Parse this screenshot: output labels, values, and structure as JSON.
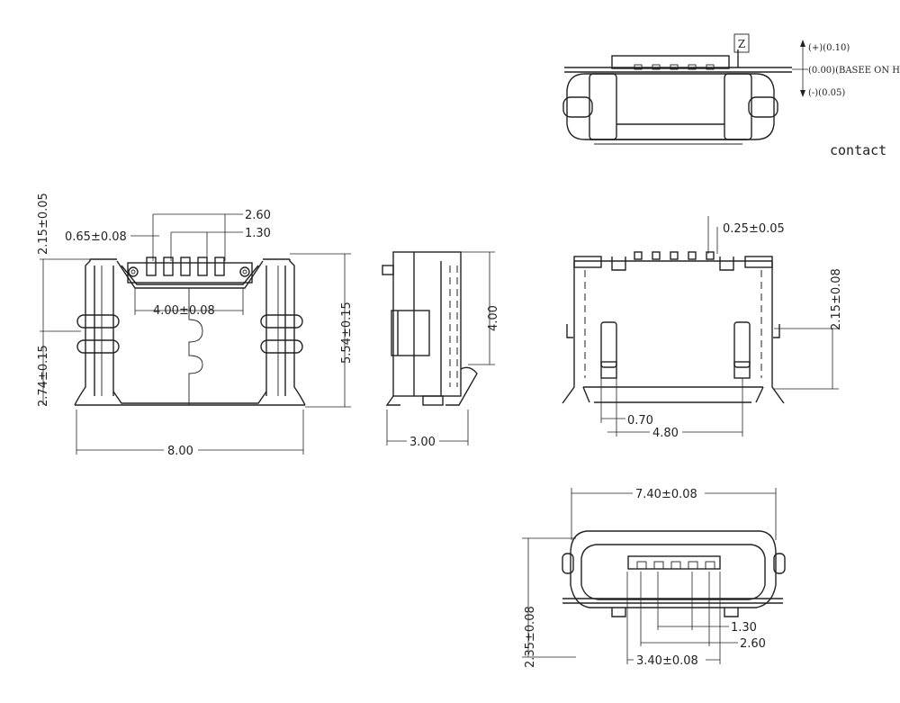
{
  "colors": {
    "line": "#222222",
    "background": "#ffffff"
  },
  "top_view": {
    "datum_label": "Z",
    "tol_plus": "(+)(0.10)",
    "tol_base": "(0.00)(BASEE ON H",
    "tol_minus": "(-)(0.05)",
    "contact_note": "contact"
  },
  "front_view": {
    "dim_260": "2.60",
    "dim_130": "1.30",
    "dim_065": "0.65±0.08",
    "dim_215": "2.15±0.05",
    "dim_400": "4.00±0.08",
    "dim_274": "2.74±0.15",
    "dim_554": "5.54±0.15",
    "dim_800": "8.00"
  },
  "side_view": {
    "dim_400": "4.00",
    "dim_300": "3.00"
  },
  "bottom_view": {
    "dim_025": "0.25±0.05",
    "dim_215": "2.15±0.08",
    "dim_070": "0.70",
    "dim_480": "4.80"
  },
  "end_view": {
    "dim_740": "7.40±0.08",
    "dim_235": "2.35±0.08",
    "dim_130": "1.30",
    "dim_260": "2.60",
    "dim_340": "3.40±0.08"
  }
}
